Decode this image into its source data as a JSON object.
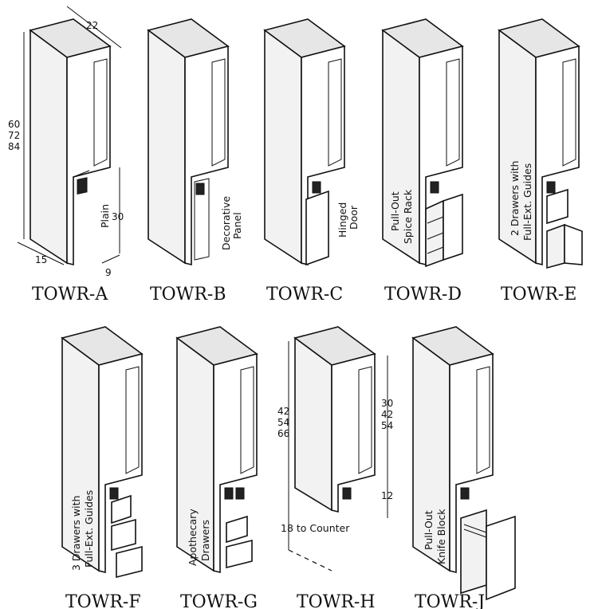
{
  "cabinets": [
    {
      "model": "TOWR-A",
      "feature": ""
    },
    {
      "model": "TOWR-B",
      "feature": "Decorative Panel"
    },
    {
      "model": "TOWR-C",
      "feature": "Hinged Door"
    },
    {
      "model": "TOWR-D",
      "feature": "Pull-Out Spice Rack"
    },
    {
      "model": "TOWR-E",
      "feature": "2 Drawers with Full-Ext. Guides"
    },
    {
      "model": "TOWR-F",
      "feature": "3 Drawers with Full-Ext. Guides"
    },
    {
      "model": "TOWR-G",
      "feature": "Apothecary Drawers"
    },
    {
      "model": "TOWR-H",
      "feature": ""
    },
    {
      "model": "TOWR-J",
      "feature": "Pull-Out Knife Block"
    }
  ],
  "notes": {
    "a_plain": "Plain",
    "b_line1": "Decorative",
    "b_line2": "Panel",
    "c_line1": "Hinged",
    "c_line2": "Door",
    "d_line1": "Pull-Out",
    "d_line2": "Spice Rack",
    "e_line1": "2 Drawers with",
    "e_line2": "Full-Ext. Guides",
    "f_line1": "3 Drawers with",
    "f_line2": "Full-Ext. Guides",
    "g_line1": "Apothecary",
    "g_line2": "Drawers",
    "j_line1": "Pull-Out",
    "j_line2": "Knife Block",
    "h_counter": "18 to Counter"
  },
  "dimensions": {
    "a_depth": "22",
    "a_heights": [
      "60",
      "72",
      "84"
    ],
    "a_width": "15",
    "a_lower_height": "30",
    "a_lower_depth": "9",
    "h_heights": [
      "42",
      "54",
      "66"
    ],
    "h_upper_heights": [
      "30",
      "42",
      "54"
    ],
    "h_lower_height": "12"
  }
}
